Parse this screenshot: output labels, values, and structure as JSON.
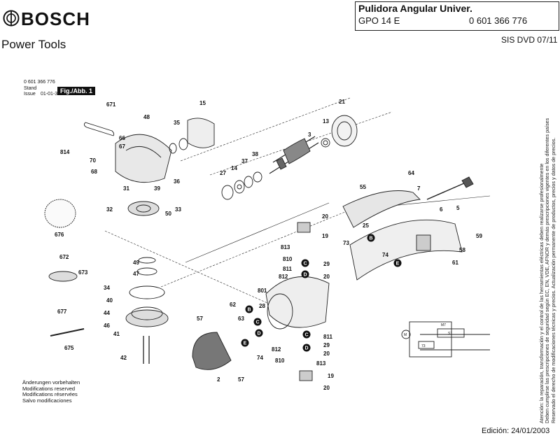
{
  "header": {
    "brand": "BOSCH",
    "subtitle": "Power Tools",
    "title": "Pulidora Angular Univer.",
    "model": "GPO 14 E",
    "part_number": "0 601 366 776",
    "document_code": "SIS DVD 07/11"
  },
  "figure": {
    "meta_number": "0 601 366 776",
    "meta_stand": "Stand",
    "meta_issue": "Issue",
    "meta_date": "01-01-30",
    "tag": "Fig./Abb. 1"
  },
  "footer": {
    "notes": [
      "Änderungen vorbehalten",
      "Modifications reserved",
      "Modifications réservées",
      "Salvo modificaciones"
    ],
    "edition": "Edición: 24/01/2003",
    "side_note": [
      "Atención: la reparación, transformación y el control de las herramientas eléctricas deben realizarse profesionalmente",
      "Deben cumplirse las prescripciones de seguridad según EC, EN, VDE, AFNOR y demás prescripciones vigentes en los diferentes países",
      "Reservado el derecho de modificaciones técnicas y precios. Actualización permanente de productos, precios y datos de precios."
    ]
  },
  "parts": [
    {
      "id": "p671",
      "text": "671"
    },
    {
      "id": "p48",
      "text": "48"
    },
    {
      "id": "p35",
      "text": "35"
    },
    {
      "id": "p15",
      "text": "15"
    },
    {
      "id": "p21",
      "text": "21"
    },
    {
      "id": "p3",
      "text": "3"
    },
    {
      "id": "p13",
      "text": "13"
    },
    {
      "id": "p66",
      "text": "66"
    },
    {
      "id": "p67",
      "text": "67"
    },
    {
      "id": "p814",
      "text": "814"
    },
    {
      "id": "p70",
      "text": "70"
    },
    {
      "id": "p68",
      "text": "68"
    },
    {
      "id": "p31",
      "text": "31"
    },
    {
      "id": "p39",
      "text": "39"
    },
    {
      "id": "p36",
      "text": "36"
    },
    {
      "id": "p27",
      "text": "27"
    },
    {
      "id": "p14",
      "text": "14"
    },
    {
      "id": "p37",
      "text": "37"
    },
    {
      "id": "p38",
      "text": "38"
    },
    {
      "id": "p64",
      "text": "64"
    },
    {
      "id": "p7",
      "text": "7"
    },
    {
      "id": "p5",
      "text": "5"
    },
    {
      "id": "p55",
      "text": "55"
    },
    {
      "id": "p6",
      "text": "6"
    },
    {
      "id": "p32",
      "text": "32"
    },
    {
      "id": "p50",
      "text": "50"
    },
    {
      "id": "p33",
      "text": "33"
    },
    {
      "id": "p676",
      "text": "676"
    },
    {
      "id": "p20a",
      "text": "20"
    },
    {
      "id": "p19a",
      "text": "19"
    },
    {
      "id": "p25",
      "text": "25"
    },
    {
      "id": "p59",
      "text": "59"
    },
    {
      "id": "p813a",
      "text": "813"
    },
    {
      "id": "p810a",
      "text": "810"
    },
    {
      "id": "p811a",
      "text": "811"
    },
    {
      "id": "p812a",
      "text": "812"
    },
    {
      "id": "p29a",
      "text": "29"
    },
    {
      "id": "p20b",
      "text": "20"
    },
    {
      "id": "p73",
      "text": "73"
    },
    {
      "id": "p74a",
      "text": "74"
    },
    {
      "id": "p58",
      "text": "58"
    },
    {
      "id": "p61",
      "text": "61"
    },
    {
      "id": "p672",
      "text": "672"
    },
    {
      "id": "p49",
      "text": "49"
    },
    {
      "id": "p47",
      "text": "47"
    },
    {
      "id": "p673",
      "text": "673"
    },
    {
      "id": "p34",
      "text": "34"
    },
    {
      "id": "p40",
      "text": "40"
    },
    {
      "id": "p801",
      "text": "801"
    },
    {
      "id": "p677",
      "text": "677"
    },
    {
      "id": "p44",
      "text": "44"
    },
    {
      "id": "p46",
      "text": "46"
    },
    {
      "id": "p62",
      "text": "62"
    },
    {
      "id": "p28",
      "text": "28"
    },
    {
      "id": "p63",
      "text": "63"
    },
    {
      "id": "p57a",
      "text": "57"
    },
    {
      "id": "p41",
      "text": "41"
    },
    {
      "id": "p675",
      "text": "675"
    },
    {
      "id": "p42",
      "text": "42"
    },
    {
      "id": "p74b",
      "text": "74"
    },
    {
      "id": "p811b",
      "text": "811"
    },
    {
      "id": "p29b",
      "text": "29"
    },
    {
      "id": "p812b",
      "text": "812"
    },
    {
      "id": "p20c",
      "text": "20"
    },
    {
      "id": "p810b",
      "text": "810"
    },
    {
      "id": "p813b",
      "text": "813"
    },
    {
      "id": "p2",
      "text": "2"
    },
    {
      "id": "p57b",
      "text": "57"
    },
    {
      "id": "p19b",
      "text": "19"
    },
    {
      "id": "p20d",
      "text": "20"
    }
  ],
  "markers": [
    {
      "id": "mB1",
      "text": "B"
    },
    {
      "id": "mE1",
      "text": "E"
    },
    {
      "id": "mC1",
      "text": "C"
    },
    {
      "id": "mD1",
      "text": "D"
    },
    {
      "id": "mB2",
      "text": "B"
    },
    {
      "id": "mC2",
      "text": "C"
    },
    {
      "id": "mD2",
      "text": "D"
    },
    {
      "id": "mE2",
      "text": "E"
    },
    {
      "id": "mC3",
      "text": "C"
    },
    {
      "id": "mD3",
      "text": "D"
    }
  ],
  "schematic": {
    "labels": [
      "M",
      "M7",
      "73",
      "S1"
    ]
  }
}
